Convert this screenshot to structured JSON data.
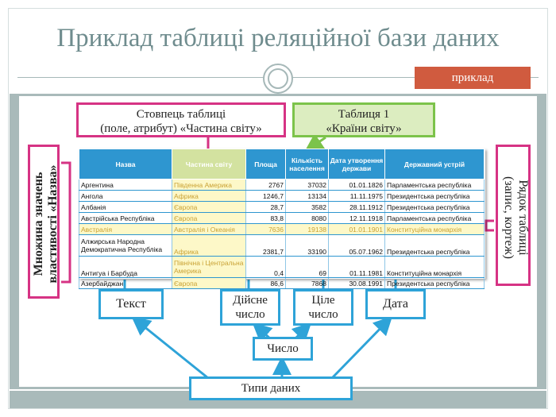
{
  "slide": {
    "title": "Приклад таблиці реляційної бази даних",
    "badge": "приклад"
  },
  "callouts": {
    "column": {
      "line1": "Стовпець таблиці",
      "line2": "(поле, атрибут) «Частина світу»"
    },
    "table": {
      "line1": "Таблиця 1",
      "line2": "«Країни світу»"
    },
    "value_set": {
      "line1": "Множина значень",
      "line2": "властивості «Назва»"
    },
    "row": {
      "line1": "Рядок таблиці",
      "line2": "(запис, кортеж)"
    }
  },
  "table": {
    "headers": [
      "Назва",
      "Частина світу",
      "Площа",
      "Кількість населення",
      "Дата утворення держави",
      "Державний устрій"
    ],
    "rows": [
      [
        "Аргентина",
        "Південна Америка",
        "2767",
        "37032",
        "01.01.1826",
        "Парламентська республіка"
      ],
      [
        "Ангола",
        "Африка",
        "1246,7",
        "13134",
        "11.11.1975",
        "Президентська республіка"
      ],
      [
        "Албанія",
        "Європа",
        "28,7",
        "3582",
        "28.11.1912",
        "Президентська республіка"
      ],
      [
        "Австрійська Республіка",
        "Європа",
        "83,8",
        "8080",
        "12.11.1918",
        "Парламентська республіка"
      ],
      [
        "Австралія",
        "Австралія і Океанія",
        "7636",
        "19138",
        "01.01.1901",
        "Конституційна монархія"
      ],
      [
        "Алжирська Народна Демократична Республіка",
        "Африка",
        "2381,7",
        "33190",
        "05.07.1962",
        "Президентська республіка"
      ],
      [
        "Антигуа і Барбуда",
        "Північна і Центральна Америка",
        "0,4",
        "69",
        "01.11.1981",
        "Конституційна монархія"
      ],
      [
        "Азербайджан",
        "Європа",
        "86,6",
        "7868",
        "30.08.1991",
        "Президентська республіка"
      ]
    ]
  },
  "types": {
    "text": "Текст",
    "real": {
      "line1": "Дійсне",
      "line2": "число"
    },
    "integer": {
      "line1": "Ціле",
      "line2": "число"
    },
    "date": "Дата",
    "number": "Число",
    "data_types": "Типи даних"
  },
  "colors": {
    "callout_border": "#d63384",
    "table_callout_fill": "#dcedc0",
    "type_border": "#2ea3d8",
    "header_fill": "#2e96d0",
    "highlight_fill": "#fdf8c8",
    "badge": "#d05b3f"
  }
}
